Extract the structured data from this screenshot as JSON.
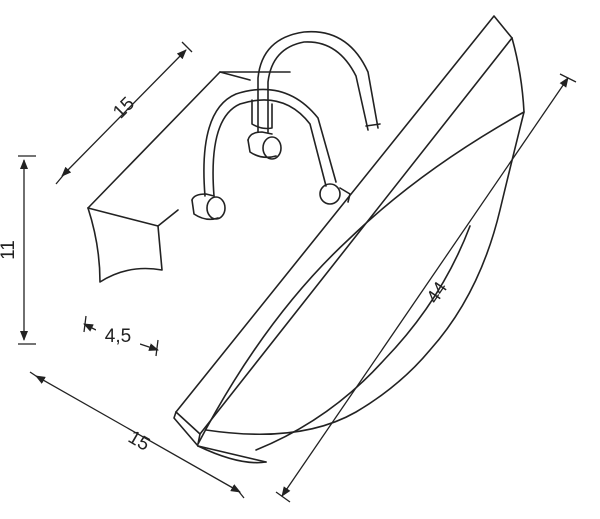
{
  "dimensions": {
    "depth_top": "15",
    "height": "11",
    "base_width": "4,5",
    "depth_bottom": "15",
    "length": "44"
  },
  "colors": {
    "line": "#222222",
    "background": "#ffffff"
  }
}
